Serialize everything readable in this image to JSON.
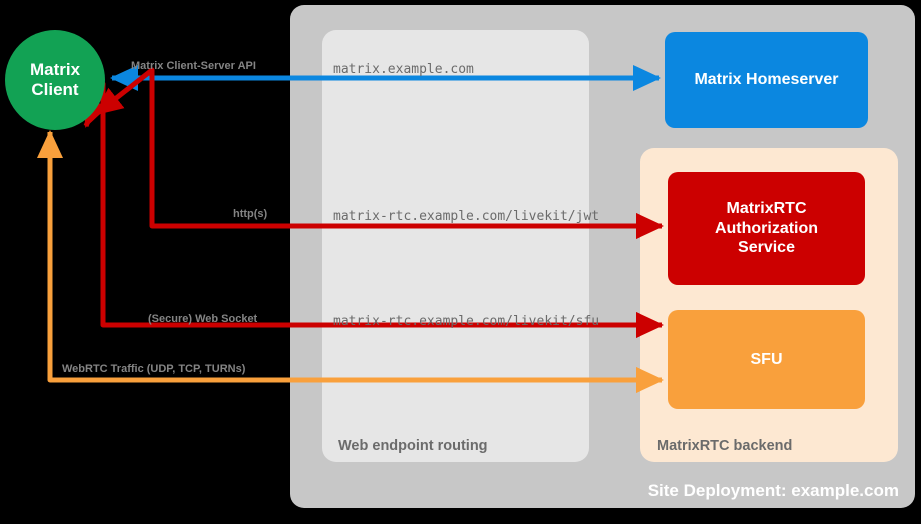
{
  "diagram": {
    "title": "Site Deployment: example.com",
    "colors": {
      "green_client": "#12a254",
      "blue_homeserver": "#0b87e0",
      "red_auth": "#cc0000",
      "orange_sfu": "#f9a03c",
      "panel_site": "#c7c7c7",
      "panel_web": "#e6e6e6",
      "panel_backend": "#fde8d2",
      "label_gray": "#848484",
      "caption_gray": "#6b6b6b",
      "background": "#000000"
    }
  },
  "panels": {
    "site": {
      "caption": "Site Deployment: example.com"
    },
    "web_routing": {
      "caption": "Web endpoint routing"
    },
    "matrixrtc_backend": {
      "caption": "MatrixRTC backend"
    }
  },
  "nodes": {
    "client": {
      "line1": "Matrix",
      "line2": "Client"
    },
    "homeserver": {
      "label": "Matrix Homeserver"
    },
    "auth_service": {
      "line1": "MatrixRTC",
      "line2": "Authorization",
      "line3": "Service"
    },
    "sfu": {
      "label": "SFU"
    }
  },
  "edges": [
    {
      "id": "client-server-api",
      "label": "Matrix Client-Server API",
      "endpoint": "matrix.example.com",
      "color": "#0b87e0",
      "from": "client",
      "to": "homeserver",
      "direction": "bidirectional"
    },
    {
      "id": "http-jwt",
      "label": "http(s)",
      "endpoint": "matrix-rtc.example.com/livekit/jwt",
      "color": "#cc0000",
      "from": "client",
      "to": "auth_service",
      "direction": "bidirectional"
    },
    {
      "id": "websocket-sfu",
      "label": "(Secure) Web Socket",
      "endpoint": "matrix-rtc.example.com/livekit/sfu",
      "color": "#cc0000",
      "from": "client",
      "to": "sfu",
      "direction": "bidirectional"
    },
    {
      "id": "webrtc-traffic",
      "label": "WebRTC Traffic (UDP, TCP, TURNs)",
      "endpoint": "",
      "color": "#f9a03c",
      "from": "client",
      "to": "sfu",
      "direction": "bidirectional"
    }
  ]
}
